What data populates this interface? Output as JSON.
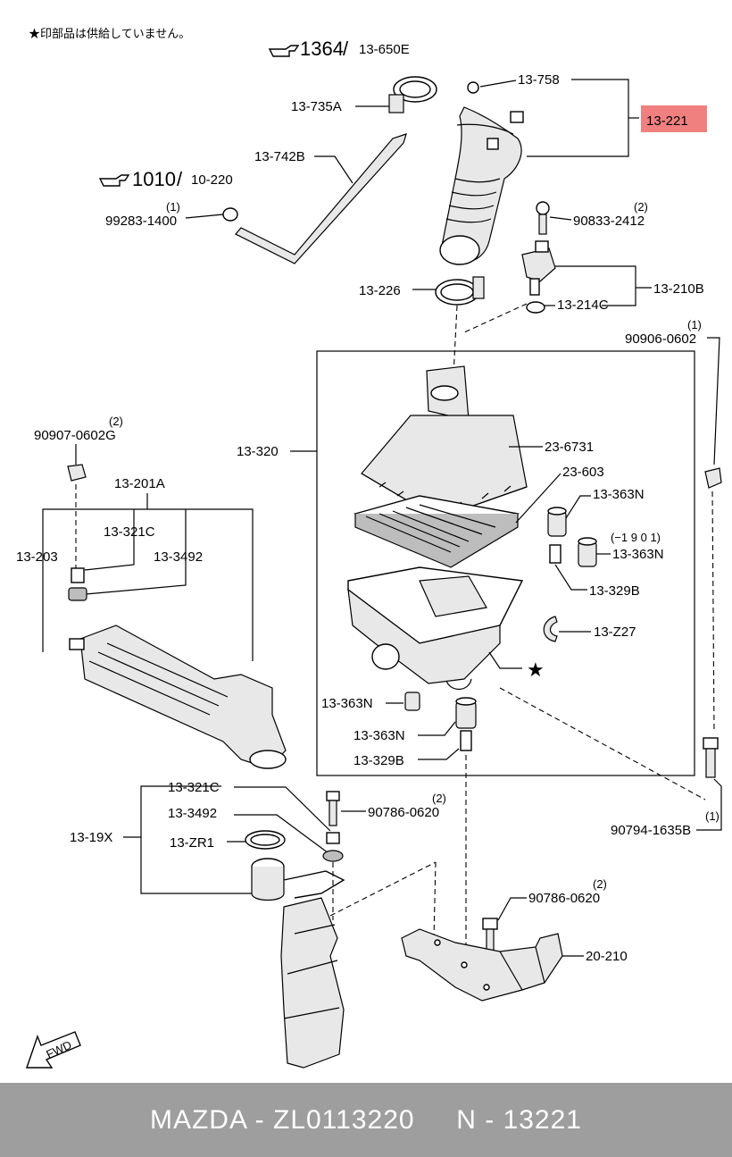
{
  "note": "★印部品は供給していません。",
  "refs": {
    "ref1_num": "1364",
    "ref1_code": "13-650E",
    "ref2_num": "1010",
    "ref2_code": "10-220"
  },
  "highlight": {
    "label": "13-221",
    "color": "#f08080"
  },
  "labels": {
    "p13_758": "13-758",
    "p13_735A": "13-735A",
    "p13_742B": "13-742B",
    "p99283": "99283-1400",
    "p99283_qty": "(1)",
    "p90833": "90833-2412",
    "p90833_qty": "(2)",
    "p13_226": "13-226",
    "p13_210B": "13-210B",
    "p13_214C": "13-214C",
    "p90906": "90906-0602",
    "p90906_qty": "(1)",
    "p90907": "90907-0602G",
    "p90907_qty": "(2)",
    "p13_201A": "13-201A",
    "p13_203": "13-203",
    "p13_321C": "13-321C",
    "p13_3492": "13-3492",
    "p13_320": "13-320",
    "p23_6731": "23-6731",
    "p23_603": "23-603",
    "p13_363N_a": "13-363N",
    "p13_1901": "(−1 9 0 1)",
    "p13_363N_b": "13-363N",
    "p13_329B_a": "13-329B",
    "p13_Z27": "13-Z27",
    "p13_363N_c": "13-363N",
    "p13_363N_d": "13-363N",
    "p13_329B_b": "13-329B",
    "p13_321C_b": "13-321C",
    "p13_3492_b": "13-3492",
    "p13_19X": "13-19X",
    "p13_ZR1": "13-ZR1",
    "p90786_a": "90786-0620",
    "p90786_a_qty": "(2)",
    "p90786_b": "90786-0620",
    "p90786_b_qty": "(2)",
    "p20_210": "20-210",
    "p90794": "90794-1635B",
    "p90794_qty": "(1)",
    "fwd": "FWD"
  },
  "footer": {
    "text": "MAZDA - ZL0113220     N - 13221"
  }
}
